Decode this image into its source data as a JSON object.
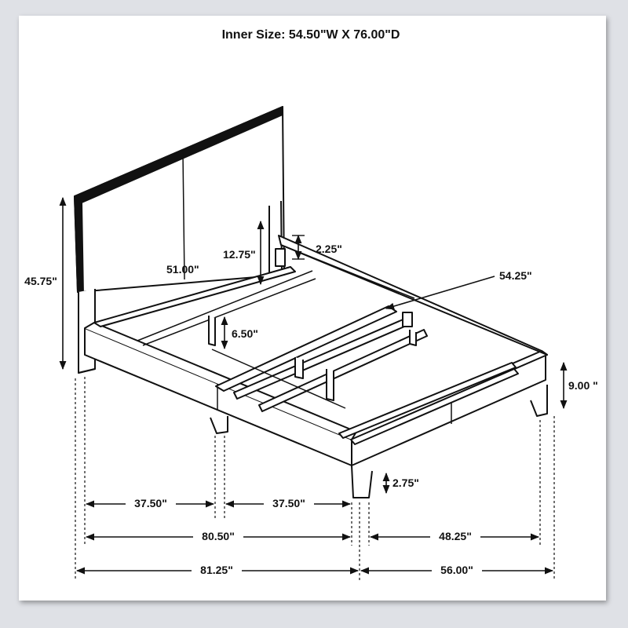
{
  "title": "Inner Size: 54.50\"W X 76.00\"D",
  "dimensions": {
    "headboard_total_height": "45.75\"",
    "headboard_panel_height": "12.75\"",
    "headboard_width": "51.00\"",
    "bracket_height": "2.25\"",
    "slat_length": "54.25\"",
    "center_support_height": "6.50\"",
    "rail_height": "9.00 \"",
    "leg_height": "2.75\"",
    "half_length_left": "37.50\"",
    "half_length_right": "37.50\"",
    "inner_length": "80.50\"",
    "inner_width": "48.25\"",
    "overall_length": "81.25\"",
    "overall_width": "56.00\""
  },
  "colors": {
    "line": "#111111",
    "background": "#dfe1e6",
    "card": "#ffffff"
  }
}
